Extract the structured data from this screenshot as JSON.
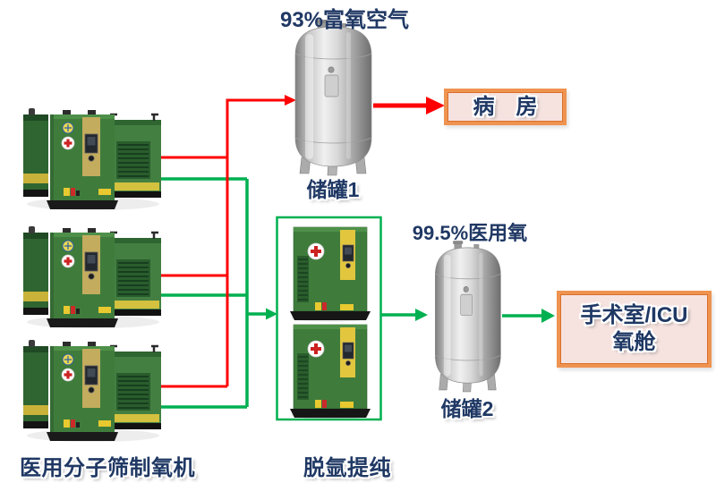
{
  "diagram": {
    "flow_labels": {
      "enriched_air": "93%富氧空气",
      "medical_oxygen": "99.5%医用氧"
    },
    "equipment": {
      "generator_label": "医用分子筛制氧机",
      "purifier_label": "脱氩提纯",
      "tank1_label": "储罐1",
      "tank2_label": "储罐2"
    },
    "destinations": {
      "ward": "病　房",
      "icu_line1": "手术室/ICU",
      "icu_line2": "氧舱"
    },
    "colors": {
      "enriched_line": "#FF0000",
      "oxygen_line": "#00B050",
      "text_navy": "#1F3864",
      "dest_border": "#EF9350",
      "dest_fill": "#F6E3E0",
      "cabinet_green": "#3F7C3C"
    }
  }
}
